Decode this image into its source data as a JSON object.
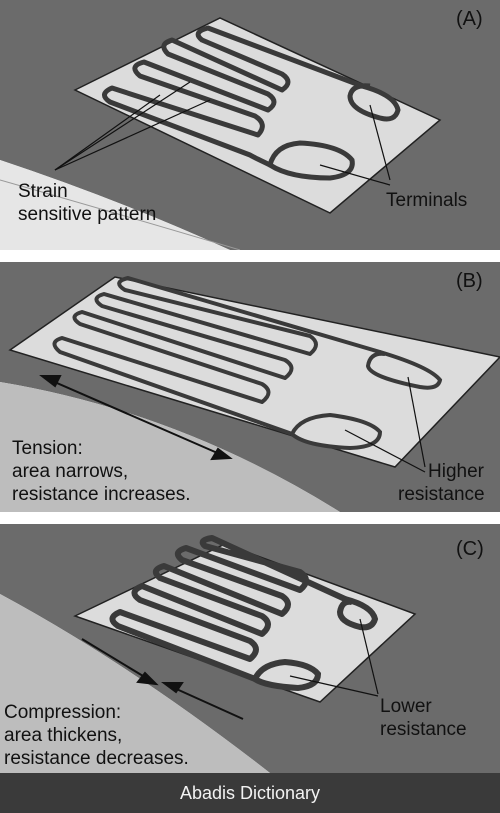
{
  "panel_a": {
    "tag": "(A)",
    "label_pattern_line1": "Strain",
    "label_pattern_line2": "sensitive pattern",
    "label_terminals": "Terminals"
  },
  "panel_b": {
    "tag": "(B)",
    "label_tension_line1": "Tension:",
    "label_tension_line2": "area narrows,",
    "label_tension_line3": "resistance increases.",
    "label_result_line1": "Higher",
    "label_result_line2": "resistance"
  },
  "panel_c": {
    "tag": "(C)",
    "label_compression_line1": "Compression:",
    "label_compression_line2": "area thickens,",
    "label_compression_line3": "resistance decreases.",
    "label_result_line1": "Lower",
    "label_result_line2": "resistance"
  },
  "footer": {
    "text": "Abadis Dictionary"
  },
  "colors": {
    "background_band": "#6e6e6e",
    "gauge_sheet": "#dcdcdc",
    "trace": "#3c3c3c",
    "footer_bg": "#3a3a3a"
  }
}
